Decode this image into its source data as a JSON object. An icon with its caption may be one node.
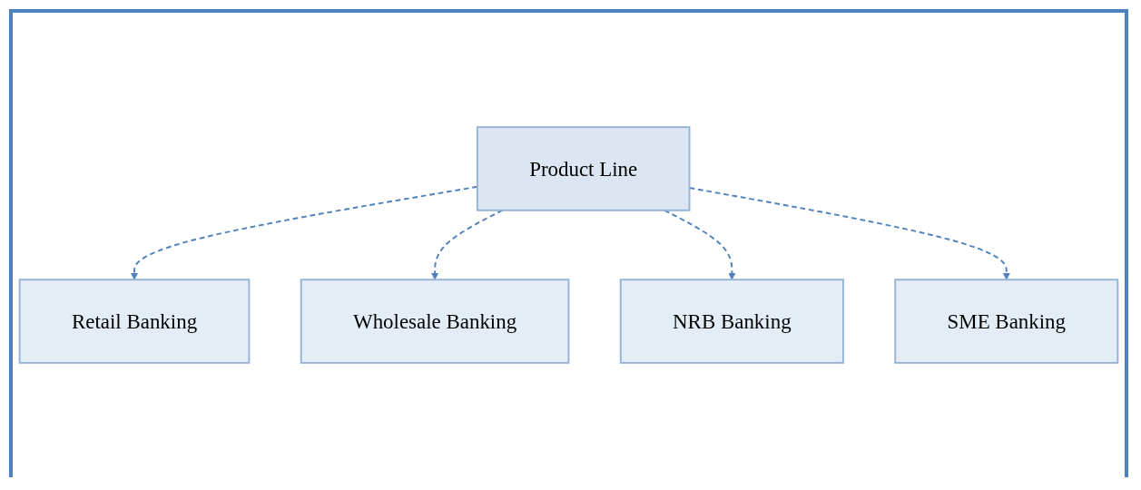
{
  "diagram": {
    "nodes": [
      {
        "text": [
          "Product Line"
        ]
      },
      {
        "text": [
          "Retail Banking"
        ]
      },
      {
        "text": [
          "Wholesale Banking"
        ]
      },
      {
        "text": [
          "NRB Banking"
        ]
      },
      {
        "text": [
          "SME Banking"
        ]
      }
    ],
    "edges": [
      {
        "from": 0,
        "to": 1,
        "arrow": "to",
        "style": "dashed"
      },
      {
        "from": 0,
        "to": 2,
        "arrow": "to",
        "style": "dashed"
      },
      {
        "from": 0,
        "to": 3,
        "arrow": "to",
        "style": "dashed"
      },
      {
        "from": 0,
        "to": 4,
        "arrow": "to",
        "style": "dashed"
      }
    ]
  }
}
